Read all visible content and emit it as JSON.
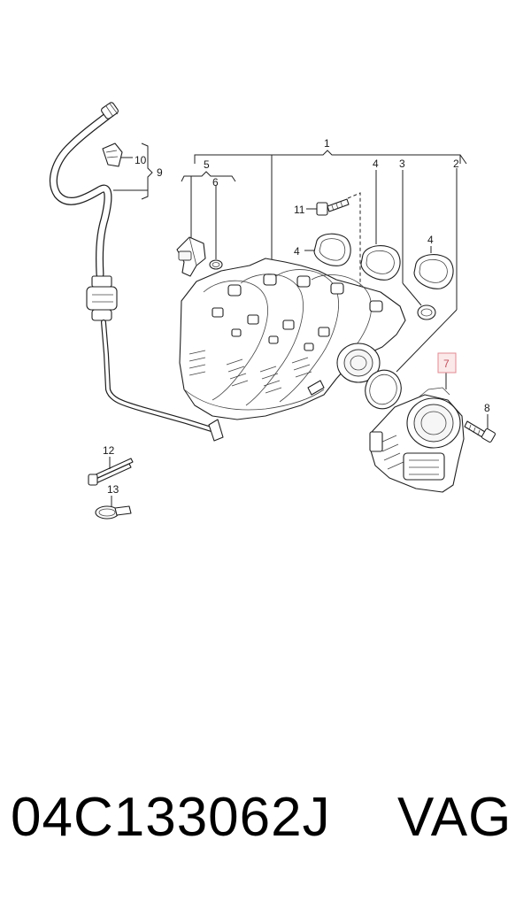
{
  "callouts": {
    "c1": "1",
    "c2": "2",
    "c3": "3",
    "c4a": "4",
    "c4b": "4",
    "c4c": "4",
    "c5": "5",
    "c6": "6",
    "c7": "7",
    "c8": "8",
    "c9": "9",
    "c10": "10",
    "c11": "11",
    "c12": "12",
    "c13": "13"
  },
  "highlight": {
    "item": "7",
    "color": "#e08a92"
  },
  "footer": {
    "part_number": "04C133062J",
    "brand": "VAG"
  }
}
